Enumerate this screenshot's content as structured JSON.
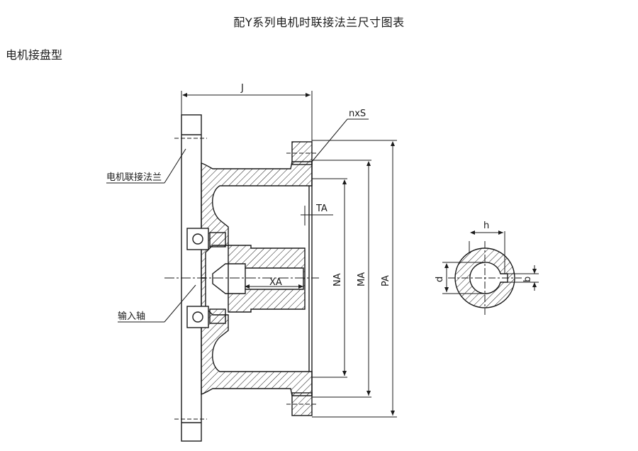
{
  "header": {
    "title": "配Y系列电机时联接法兰尺寸图表",
    "subtitle": "电机接盘型"
  },
  "labels": {
    "j": "J",
    "nxs": "nxS",
    "motor_flange": "电机联接法兰",
    "ta": "TA",
    "xa": "XA",
    "na": "NA",
    "ma": "MA",
    "pa": "PA",
    "input_shaft": "输入轴",
    "h": "h",
    "d": "d",
    "b": "b"
  },
  "colors": {
    "line": "#1a1a1a",
    "background": "#ffffff"
  }
}
